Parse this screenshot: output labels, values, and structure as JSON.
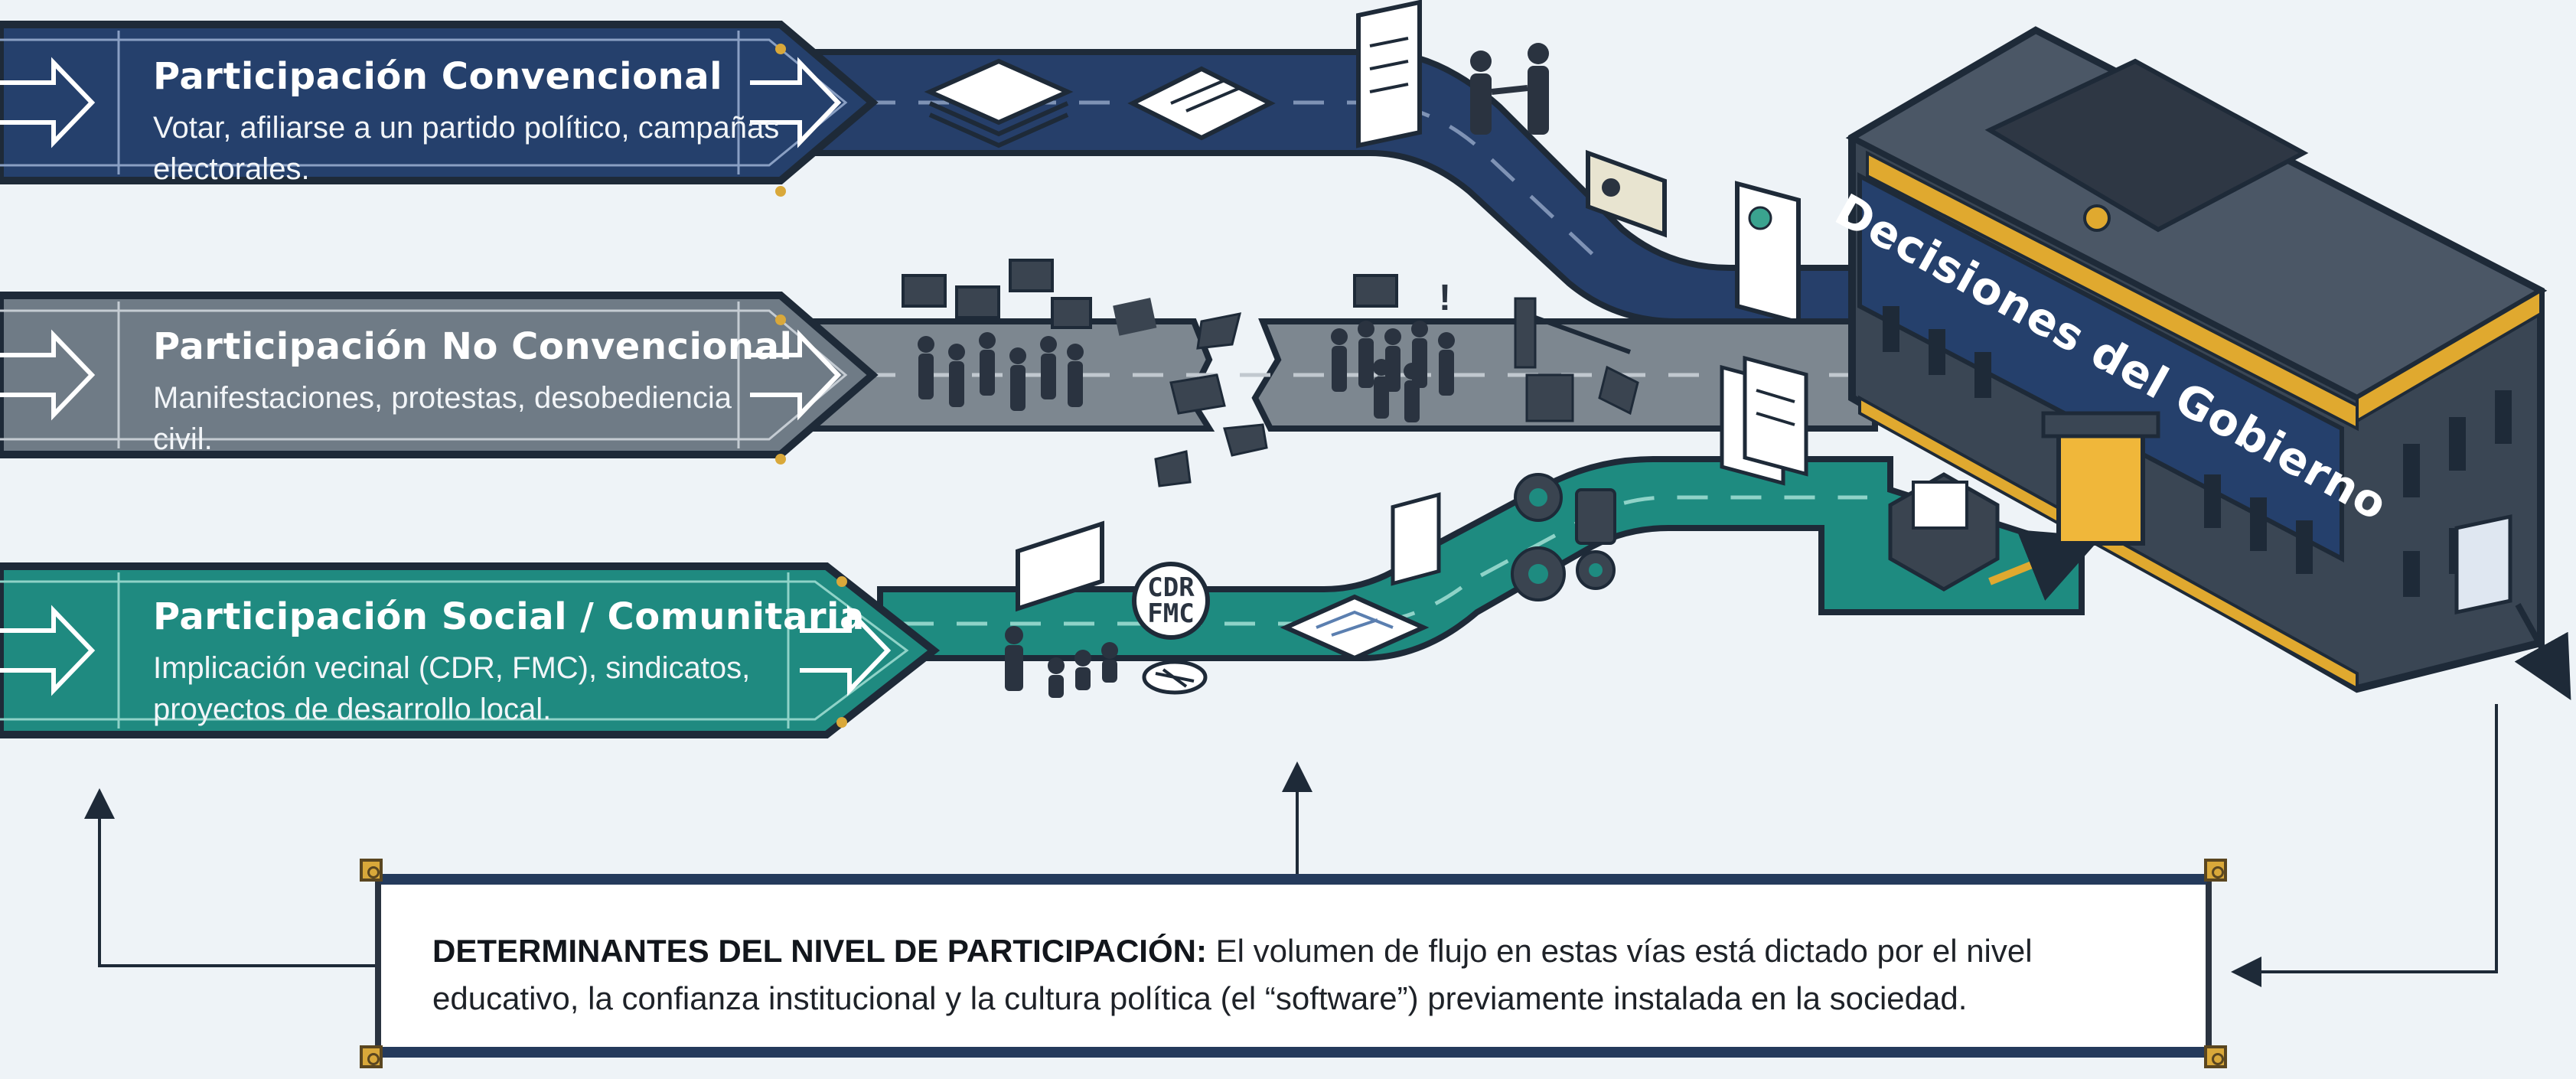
{
  "lanes": [
    {
      "title": "Participación Convencional",
      "description": "Votar, afiliarse a un partido político, campañas electorales.",
      "color": "#25406c"
    },
    {
      "title": "Participación No Convencional",
      "description": "Manifestaciones, protestas, desobediencia civil.",
      "color": "#6f7b86"
    },
    {
      "title": "Participación Social / Comunitaria",
      "description": "Implicación vecinal (CDR, FMC), sindicatos, proyectos de desarrollo local.",
      "color": "#1f8a80"
    }
  ],
  "building": {
    "label": "Decisiones del Gobierno",
    "color": "#3a4654",
    "accent": "#e0a92f"
  },
  "sign": {
    "text": "CDR\nFMC"
  },
  "note": {
    "label": "DETERMINANTES DEL NIVEL DE PARTICIPACIÓN:",
    "text": "El volumen de flujo en estas vías está dictado por el nivel educativo, la confianza institucional y la cultura política (el “software”) previamente instalada en la sociedad."
  },
  "colors": {
    "background": "#eef3f7",
    "outline": "#1e2a38",
    "arrow": "#1e2a38"
  }
}
